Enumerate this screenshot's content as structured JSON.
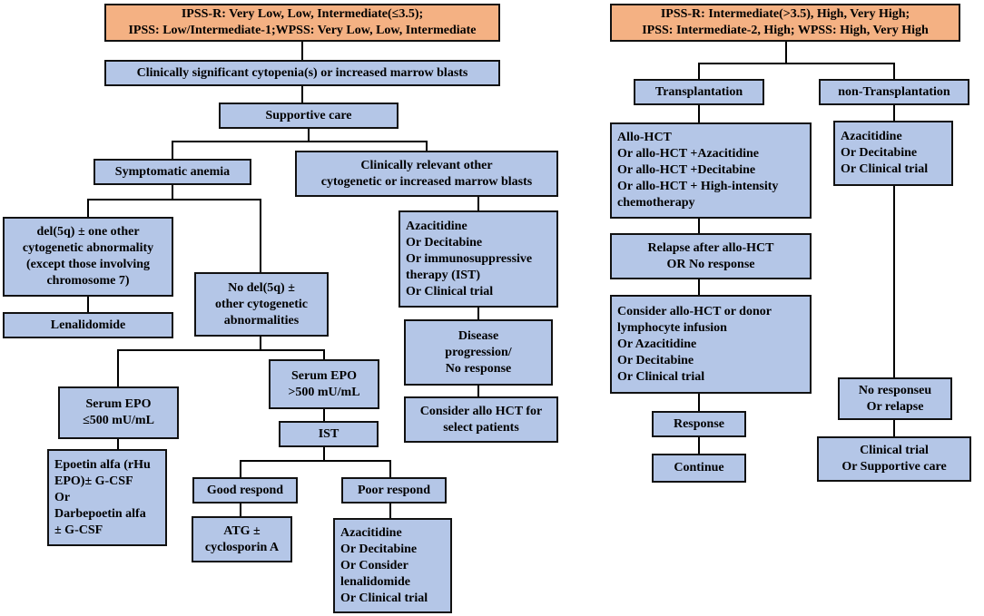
{
  "boxes": [
    {
      "id": "ipss-low-header",
      "lines": [
        "IPSS-R: Very Low, Low, Intermediate(≤3.5);",
        "IPSS: Low/Intermediate-1;WPSS: Very Low, Low, Intermediate"
      ]
    },
    {
      "id": "cytopenia",
      "lines": [
        "Clinically significant cytopenia(s) or increased marrow blasts"
      ]
    },
    {
      "id": "supportive-care",
      "lines": [
        "Supportive care"
      ]
    },
    {
      "id": "symptomatic-anemia",
      "lines": [
        "Symptomatic anemia"
      ]
    },
    {
      "id": "clinically-relevant-other",
      "lines": [
        "Clinically relevant other",
        "cytogenetic or increased marrow blasts"
      ]
    },
    {
      "id": "del5q",
      "lines": [
        "del(5q) ± one other",
        "cytogenetic abnormality",
        "(except those involving",
        "chromosome 7)"
      ]
    },
    {
      "id": "lenalidomide",
      "lines": [
        "Lenalidomide"
      ]
    },
    {
      "id": "no-del5q",
      "lines": [
        "No del(5q) ±",
        "other cytogenetic",
        "abnormalities"
      ]
    },
    {
      "id": "aza-dec-ist",
      "lines": [
        "Azacitidine",
        "Or Decitabine",
        "Or immunosuppressive",
        "therapy (IST)",
        "Or Clinical trial"
      ]
    },
    {
      "id": "disease-progression",
      "lines": [
        "Disease",
        "progression/",
        "No response"
      ]
    },
    {
      "id": "consider-allo-select",
      "lines": [
        "Consider allo HCT for",
        "select patients"
      ]
    },
    {
      "id": "serum-epo-low",
      "lines": [
        "Serum EPO",
        "≤500 mU/mL"
      ]
    },
    {
      "id": "serum-epo-high",
      "lines": [
        "Serum EPO",
        ">500 mU/mL"
      ]
    },
    {
      "id": "ist",
      "lines": [
        "IST"
      ]
    },
    {
      "id": "epoetin",
      "lines": [
        "Epoetin alfa (rHu",
        "EPO)± G-CSF",
        "Or",
        "Darbepoetin alfa",
        "± G-CSF"
      ]
    },
    {
      "id": "good-respond",
      "lines": [
        "Good respond"
      ]
    },
    {
      "id": "poor-respond",
      "lines": [
        "Poor respond"
      ]
    },
    {
      "id": "atg",
      "lines": [
        "ATG ±",
        "cyclosporin A"
      ]
    },
    {
      "id": "aza-dec-lenalidomide",
      "lines": [
        "Azacitidine",
        "Or Decitabine",
        "Or Consider",
        "lenalidomide",
        "Or Clinical trial"
      ]
    },
    {
      "id": "ipss-high-header",
      "lines": [
        "IPSS-R: Intermediate(>3.5), High, Very High;",
        "IPSS: Intermediate-2, High; WPSS: High, Very High"
      ]
    },
    {
      "id": "transplantation",
      "lines": [
        "Transplantation"
      ]
    },
    {
      "id": "non-transplantation",
      "lines": [
        "non-Transplantation"
      ]
    },
    {
      "id": "allo-hct-options",
      "lines": [
        "Allo-HCT",
        "Or allo-HCT +Azacitidine",
        "Or allo-HCT +Decitabine",
        "Or allo-HCT + High-intensity",
        "chemotherapy"
      ]
    },
    {
      "id": "aza-dec-trial",
      "lines": [
        "Azacitidine",
        "Or Decitabine",
        "Or Clinical trial"
      ]
    },
    {
      "id": "relapse-after-allo",
      "lines": [
        "Relapse after allo-HCT",
        "OR No response"
      ]
    },
    {
      "id": "consider-allo-donor",
      "lines": [
        "Consider allo-HCT or donor",
        "lymphocyte infusion",
        "Or Azacitidine",
        "Or Decitabine",
        "Or Clinical trial"
      ]
    },
    {
      "id": "response",
      "lines": [
        "Response"
      ]
    },
    {
      "id": "continue",
      "lines": [
        "Continue"
      ]
    },
    {
      "id": "no-response-relapse",
      "lines": [
        "No responseu",
        "Or relapse"
      ]
    },
    {
      "id": "clinical-trial-supportive",
      "lines": [
        "Clinical trial",
        "Or Supportive care"
      ]
    }
  ]
}
